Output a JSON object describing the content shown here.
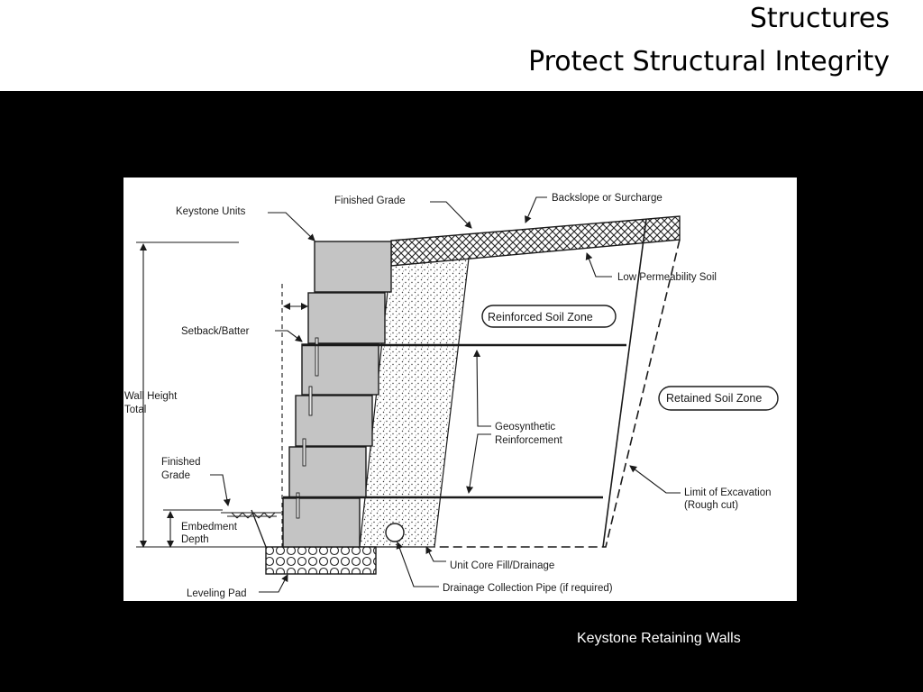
{
  "slide": {
    "title_line1": "Structures",
    "title_line2": "Protect Structural Integrity",
    "caption": "Keystone Retaining Walls"
  },
  "diagram": {
    "labels": {
      "keystone_units": "Keystone Units",
      "finished_grade_top": "Finished Grade",
      "backslope": "Backslope or Surcharge",
      "low_permeability_soil": "Low Permeability Soil",
      "setback_batter": "Setback/Batter",
      "reinforced_soil_zone": "Reinforced Soil Zone",
      "retained_soil_zone": "Retained Soil Zone",
      "wall_height_line1": "Wall Height",
      "wall_height_line2": "Total",
      "geosynthetic_line1": "Geosynthetic",
      "geosynthetic_line2": "Reinforcement",
      "finished_grade_left_line1": "Finished",
      "finished_grade_left_line2": "Grade",
      "embedment_line1": "Embedment",
      "embedment_line2": "Depth",
      "limit_excavation_line1": "Limit of Excavation",
      "limit_excavation_line2": "(Rough cut)",
      "unit_core_fill": "Unit Core Fill/Drainage",
      "drainage_pipe": "Drainage Collection Pipe (if required)",
      "leveling_pad": "Leveling Pad"
    },
    "colors": {
      "block_fill": "#c4c4c4",
      "line": "#1a1a1a"
    }
  }
}
